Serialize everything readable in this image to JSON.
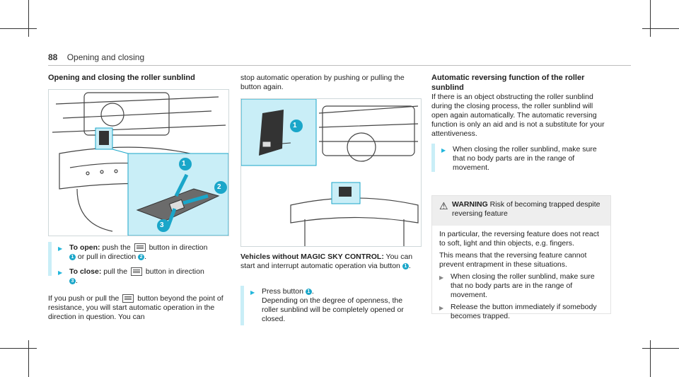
{
  "page": {
    "number": "88",
    "section": "Opening and closing"
  },
  "col1": {
    "heading": "Opening and closing the roller sunblind",
    "b1_lead": "To open:",
    "b1_a": " push the ",
    "b1_b": " button in direction ",
    "b1_c": " or pull in direction ",
    "b1_d": ".",
    "b2_lead": "To close:",
    "b2_a": " pull the ",
    "b2_b": " button in direction",
    "b2_c": ".",
    "para_a": "If you push or pull the ",
    "para_b": " button beyond the point of resistance, you will start automatic operation in the direction in question. You can"
  },
  "col2": {
    "intro": "stop automatic operation by pushing or pulling the button again.",
    "vehicle_lead": "Vehicles without MAGIC SKY CONTROL:",
    "vehicle_text": " You can start and interrupt automatic operation via button ",
    "vehicle_end": ".",
    "b1_a": "Press button ",
    "b1_b": ".",
    "b1_c": "Depending on the degree of openness, the roller sunblind will be completely opened or closed."
  },
  "col3": {
    "heading": "Automatic reversing function of the roller sunblind",
    "para": "If there is an object obstructing the roller sunblind during the closing process, the roller sunblind will open again automatically. The automatic reversing function is only an aid and is not a substitute for your attentiveness.",
    "bullet": "When closing the roller sunblind, make sure that no body parts are in the range of movement.",
    "warn_label": "WARNING",
    "warn_title": " Risk of becoming trapped despite reversing feature",
    "warn_p1": "In particular, the reversing feature does not react to soft, light and thin objects, e.g. fingers.",
    "warn_p2": "This means that the reversing feature cannot prevent entrapment in these situations.",
    "warn_b1": "When closing the roller sunblind, make sure that no body parts are in the range of movement.",
    "warn_b2": "Release the button immediately if somebody becomes trapped."
  },
  "callouts": {
    "one": "1",
    "two": "2",
    "three": "3"
  },
  "colors": {
    "accent": "#1aa6c9",
    "highlight": "#c9eef7"
  }
}
